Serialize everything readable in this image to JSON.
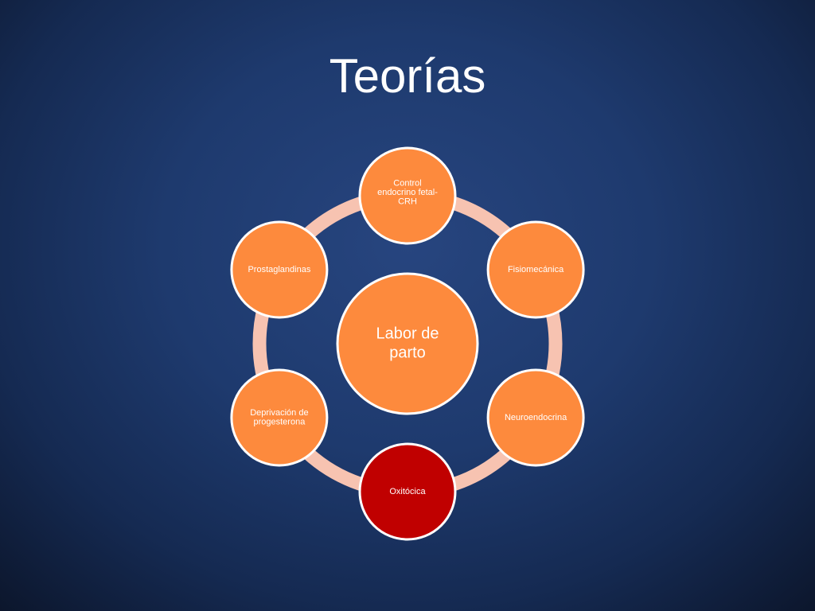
{
  "slide": {
    "title": "Teorías"
  },
  "diagram": {
    "center": {
      "label_lines": [
        "Labor de",
        "parto"
      ],
      "color": "#fd8a3d"
    },
    "nodes": [
      {
        "id": "control-endocrino",
        "label_lines": [
          "Control",
          "endocrino fetal-",
          "CRH"
        ],
        "color": "#fd8a3d"
      },
      {
        "id": "fisiomecanica",
        "label_lines": [
          "Fisiomecánica"
        ],
        "color": "#fd8a3d"
      },
      {
        "id": "neuroendocrina",
        "label_lines": [
          "Neuroendocrina"
        ],
        "color": "#fd8a3d"
      },
      {
        "id": "oxitocica",
        "label_lines": [
          "Oxitócica"
        ],
        "color": "#c00000"
      },
      {
        "id": "deprivacion-progesterona",
        "label_lines": [
          "Deprivación de",
          "progesterona"
        ],
        "color": "#fd8a3d"
      },
      {
        "id": "prostaglandinas",
        "label_lines": [
          "Prostaglandinas"
        ],
        "color": "#fd8a3d"
      }
    ],
    "ring_color": "#f7c3b1",
    "node_border_color": "#ffffff"
  }
}
